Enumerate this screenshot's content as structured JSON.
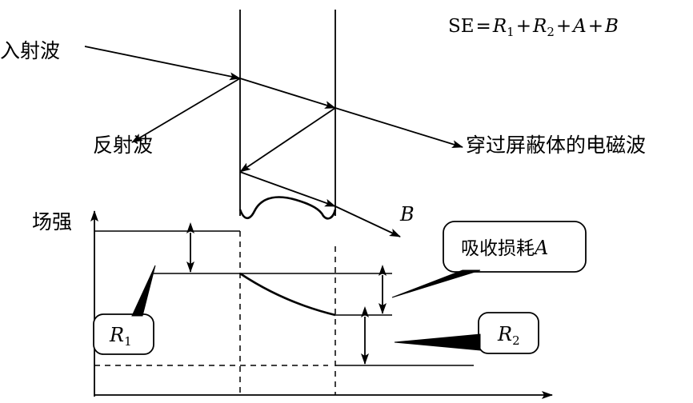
{
  "formula": {
    "lhs": "SE",
    "eq": "=",
    "r1": "R",
    "r1_sub": "1",
    "plus1": "+",
    "r2": "R",
    "r2_sub": "2",
    "plus2": "+",
    "a": "A",
    "plus3": "+",
    "b": "B"
  },
  "labels": {
    "incident": "入射波",
    "reflected": "反射波",
    "transmitted": "穿过屏蔽体的电磁波",
    "b_label": "B",
    "field_strength": "场强"
  },
  "callouts": {
    "absorption_text": "吸收损耗",
    "absorption_var": "A",
    "r1_var": "R",
    "r1_sub": "1",
    "r2_var": "R",
    "r2_sub": "2"
  }
}
